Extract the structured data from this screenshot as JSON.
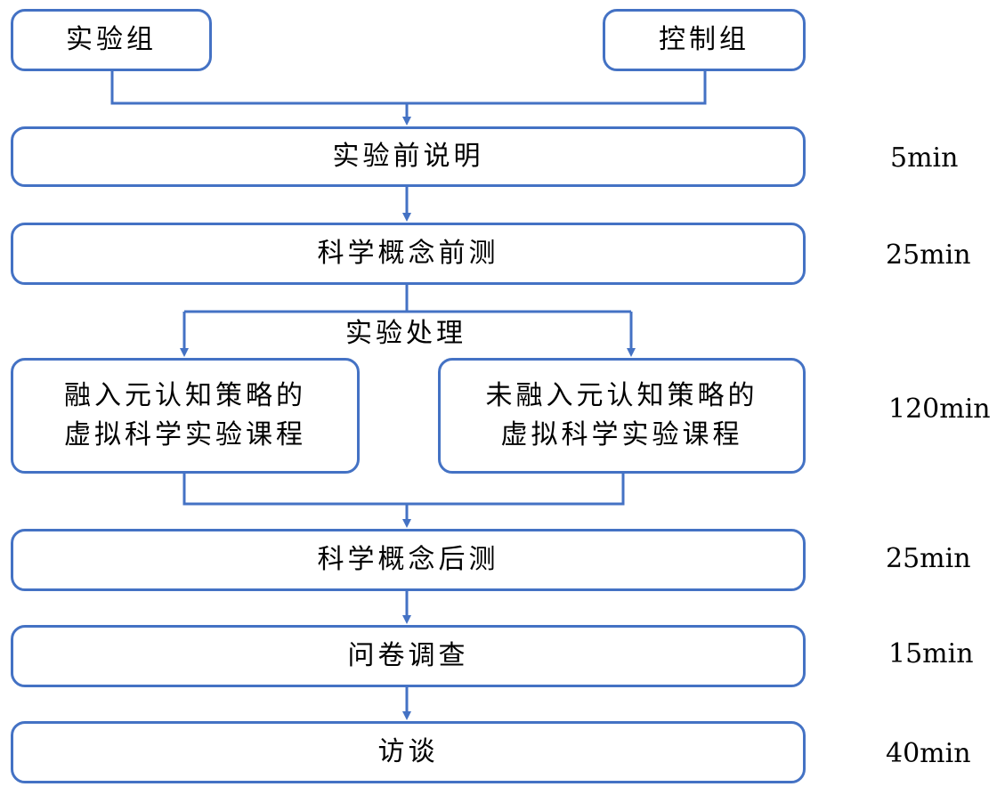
{
  "colors": {
    "border": "#4472c4",
    "arrow": "#4472c4",
    "text": "#000000"
  },
  "groups": {
    "experimental": "实验组",
    "control": "控制组"
  },
  "steps": {
    "pre_instruction": "实验前说明",
    "pre_test": "科学概念前测",
    "treatment_label": "实验处理",
    "course_with_line1": "融入元认知策略的",
    "course_with_line2": "虚拟科学实验课程",
    "course_without_line1": "未融入元认知策略的",
    "course_without_line2": "虚拟科学实验课程",
    "post_test": "科学概念后测",
    "questionnaire": "问卷调查",
    "interview": "访谈"
  },
  "durations": {
    "pre_instruction": "5min",
    "pre_test": "25min",
    "treatment": "120min",
    "post_test": "25min",
    "questionnaire": "15min",
    "interview": "40min"
  }
}
